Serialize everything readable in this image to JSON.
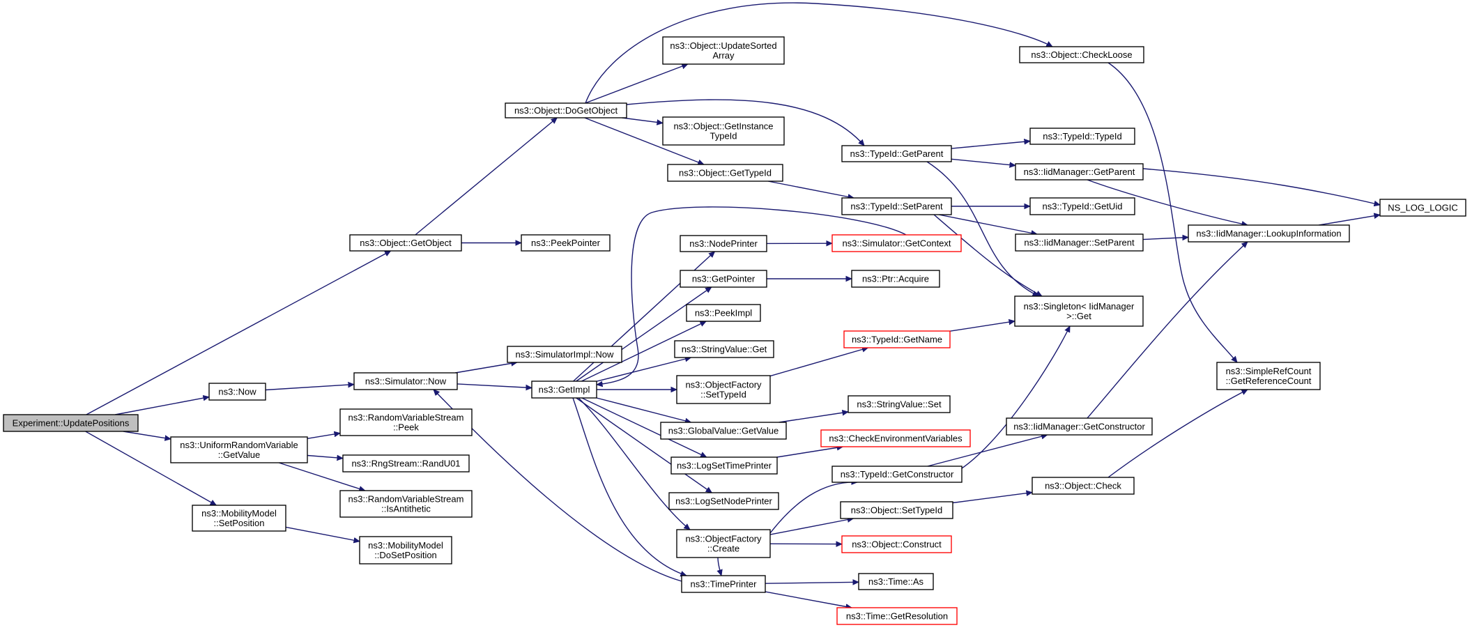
{
  "nodes": [
    {
      "id": "experiment_updatepositions",
      "lines": [
        "Experiment::UpdatePositions"
      ],
      "root": true
    },
    {
      "id": "object_getobject",
      "lines": [
        "ns3::Object::GetObject"
      ]
    },
    {
      "id": "now",
      "lines": [
        "ns3::Now"
      ]
    },
    {
      "id": "uniformrandomvariable_getvalue",
      "lines": [
        "ns3::UniformRandomVariable",
        "::GetValue"
      ]
    },
    {
      "id": "mobilitymodel_setposition",
      "lines": [
        "ns3::MobilityModel",
        "::SetPosition"
      ]
    },
    {
      "id": "object_dogetobject",
      "lines": [
        "ns3::Object::DoGetObject"
      ]
    },
    {
      "id": "peekpointer",
      "lines": [
        "ns3::PeekPointer"
      ]
    },
    {
      "id": "simulator_now",
      "lines": [
        "ns3::Simulator::Now"
      ]
    },
    {
      "id": "randomvariablestream_peek",
      "lines": [
        "ns3::RandomVariableStream",
        "::Peek"
      ]
    },
    {
      "id": "rngstream_randu01",
      "lines": [
        "ns3::RngStream::RandU01"
      ]
    },
    {
      "id": "randomvariablestream_isantithetic",
      "lines": [
        "ns3::RandomVariableStream",
        "::IsAntithetic"
      ]
    },
    {
      "id": "mobilitymodel_dosetposition",
      "lines": [
        "ns3::MobilityModel",
        "::DoSetPosition"
      ]
    },
    {
      "id": "simulatorimpl_now",
      "lines": [
        "ns3::SimulatorImpl::Now"
      ]
    },
    {
      "id": "getimpl",
      "lines": [
        "ns3::GetImpl"
      ]
    },
    {
      "id": "object_updatesortedarray",
      "lines": [
        "ns3::Object::UpdateSorted",
        "Array"
      ]
    },
    {
      "id": "object_getinstancetypeid",
      "lines": [
        "ns3::Object::GetInstance",
        "TypeId"
      ]
    },
    {
      "id": "object_gettypeid",
      "lines": [
        "ns3::Object::GetTypeId"
      ]
    },
    {
      "id": "nodeprinter",
      "lines": [
        "ns3::NodePrinter"
      ]
    },
    {
      "id": "getpointer",
      "lines": [
        "ns3::GetPointer"
      ]
    },
    {
      "id": "peekimpl",
      "lines": [
        "ns3::PeekImpl"
      ]
    },
    {
      "id": "stringvalue_get",
      "lines": [
        "ns3::StringValue::Get"
      ]
    },
    {
      "id": "objectfactory_settypeid",
      "lines": [
        "ns3::ObjectFactory",
        "::SetTypeId"
      ]
    },
    {
      "id": "globalvalue_getvalue",
      "lines": [
        "ns3::GlobalValue::GetValue"
      ]
    },
    {
      "id": "logsettimeprinter",
      "lines": [
        "ns3::LogSetTimePrinter"
      ]
    },
    {
      "id": "logsetnodeprinter",
      "lines": [
        "ns3::LogSetNodePrinter"
      ]
    },
    {
      "id": "objectfactory_create",
      "lines": [
        "ns3::ObjectFactory",
        "::Create"
      ]
    },
    {
      "id": "timeprinter",
      "lines": [
        "ns3::TimePrinter"
      ]
    },
    {
      "id": "typeid_getparent",
      "lines": [
        "ns3::TypeId::GetParent"
      ]
    },
    {
      "id": "typeid_setparent",
      "lines": [
        "ns3::TypeId::SetParent"
      ]
    },
    {
      "id": "simulator_getcontext",
      "lines": [
        "ns3::Simulator::GetContext"
      ],
      "red": true
    },
    {
      "id": "ptr_acquire",
      "lines": [
        "ns3::Ptr::Acquire"
      ]
    },
    {
      "id": "typeid_getname",
      "lines": [
        "ns3::TypeId::GetName"
      ],
      "red": true
    },
    {
      "id": "stringvalue_set",
      "lines": [
        "ns3::StringValue::Set"
      ]
    },
    {
      "id": "checkenvironmentvariables",
      "lines": [
        "ns3::CheckEnvironmentVariables"
      ],
      "red": true
    },
    {
      "id": "typeid_getconstructor",
      "lines": [
        "ns3::TypeId::GetConstructor"
      ]
    },
    {
      "id": "object_settypeid",
      "lines": [
        "ns3::Object::SetTypeId"
      ]
    },
    {
      "id": "object_construct",
      "lines": [
        "ns3::Object::Construct"
      ],
      "red": true
    },
    {
      "id": "time_as",
      "lines": [
        "ns3::Time::As"
      ]
    },
    {
      "id": "time_getresolution",
      "lines": [
        "ns3::Time::GetResolution"
      ],
      "red": true
    },
    {
      "id": "object_checkloose",
      "lines": [
        "ns3::Object::CheckLoose"
      ]
    },
    {
      "id": "typeid_typeid",
      "lines": [
        "ns3::TypeId::TypeId"
      ]
    },
    {
      "id": "iidmanager_getparent",
      "lines": [
        "ns3::IidManager::GetParent"
      ]
    },
    {
      "id": "typeid_getuid",
      "lines": [
        "ns3::TypeId::GetUid"
      ]
    },
    {
      "id": "iidmanager_setparent",
      "lines": [
        "ns3::IidManager::SetParent"
      ]
    },
    {
      "id": "singleton_iidmanager_get",
      "lines": [
        "ns3::Singleton< IidManager",
        " >::Get"
      ]
    },
    {
      "id": "iidmanager_getconstructor",
      "lines": [
        "ns3::IidManager::GetConstructor"
      ]
    },
    {
      "id": "object_check",
      "lines": [
        "ns3::Object::Check"
      ]
    },
    {
      "id": "iidmanager_lookupinformation",
      "lines": [
        "ns3::IidManager::LookupInformation"
      ]
    },
    {
      "id": "simplerefcount_getreferencecount",
      "lines": [
        "ns3::SimpleRefCount",
        "::GetReferenceCount"
      ]
    },
    {
      "id": "ns_log_logic",
      "lines": [
        "NS_LOG_LOGIC"
      ]
    }
  ],
  "edges": [
    [
      "experiment_updatepositions",
      "object_getobject"
    ],
    [
      "experiment_updatepositions",
      "now"
    ],
    [
      "experiment_updatepositions",
      "uniformrandomvariable_getvalue"
    ],
    [
      "experiment_updatepositions",
      "mobilitymodel_setposition"
    ],
    [
      "object_getobject",
      "object_dogetobject"
    ],
    [
      "object_getobject",
      "peekpointer"
    ],
    [
      "now",
      "simulator_now"
    ],
    [
      "uniformrandomvariable_getvalue",
      "randomvariablestream_peek"
    ],
    [
      "uniformrandomvariable_getvalue",
      "rngstream_randu01"
    ],
    [
      "uniformrandomvariable_getvalue",
      "randomvariablestream_isantithetic"
    ],
    [
      "mobilitymodel_setposition",
      "mobilitymodel_dosetposition"
    ],
    [
      "simulator_now",
      "simulatorimpl_now"
    ],
    [
      "simulator_now",
      "getimpl"
    ],
    [
      "object_dogetobject",
      "object_updatesortedarray"
    ],
    [
      "object_dogetobject",
      "object_getinstancetypeid"
    ],
    [
      "object_dogetobject",
      "object_gettypeid"
    ],
    [
      "object_dogetobject",
      "typeid_getparent"
    ],
    [
      "object_dogetobject",
      "object_checkloose"
    ],
    [
      "object_gettypeid",
      "typeid_setparent"
    ],
    [
      "getimpl",
      "nodeprinter"
    ],
    [
      "getimpl",
      "getpointer"
    ],
    [
      "getimpl",
      "peekimpl"
    ],
    [
      "getimpl",
      "stringvalue_get"
    ],
    [
      "getimpl",
      "objectfactory_settypeid"
    ],
    [
      "getimpl",
      "globalvalue_getvalue"
    ],
    [
      "getimpl",
      "logsettimeprinter"
    ],
    [
      "getimpl",
      "logsetnodeprinter"
    ],
    [
      "getimpl",
      "objectfactory_create"
    ],
    [
      "getimpl",
      "timeprinter"
    ],
    [
      "nodeprinter",
      "simulator_getcontext"
    ],
    [
      "simulator_getcontext",
      "getimpl"
    ],
    [
      "getpointer",
      "ptr_acquire"
    ],
    [
      "objectfactory_settypeid",
      "typeid_getname"
    ],
    [
      "globalvalue_getvalue",
      "stringvalue_set"
    ],
    [
      "logsettimeprinter",
      "checkenvironmentvariables"
    ],
    [
      "objectfactory_create",
      "typeid_getconstructor"
    ],
    [
      "objectfactory_create",
      "object_settypeid"
    ],
    [
      "objectfactory_create",
      "object_construct"
    ],
    [
      "objectfactory_create",
      "timeprinter"
    ],
    [
      "timeprinter",
      "simulator_now"
    ],
    [
      "timeprinter",
      "time_as"
    ],
    [
      "timeprinter",
      "time_getresolution"
    ],
    [
      "typeid_getparent",
      "typeid_typeid"
    ],
    [
      "typeid_getparent",
      "iidmanager_getparent"
    ],
    [
      "typeid_getparent",
      "singleton_iidmanager_get"
    ],
    [
      "typeid_setparent",
      "typeid_getuid"
    ],
    [
      "typeid_setparent",
      "iidmanager_setparent"
    ],
    [
      "typeid_setparent",
      "singleton_iidmanager_get"
    ],
    [
      "typeid_getname",
      "singleton_iidmanager_get"
    ],
    [
      "typeid_getconstructor",
      "iidmanager_getconstructor"
    ],
    [
      "typeid_getconstructor",
      "singleton_iidmanager_get"
    ],
    [
      "object_settypeid",
      "object_check"
    ],
    [
      "object_checkloose",
      "simplerefcount_getreferencecount"
    ],
    [
      "iidmanager_getparent",
      "iidmanager_lookupinformation"
    ],
    [
      "iidmanager_getparent",
      "ns_log_logic"
    ],
    [
      "iidmanager_setparent",
      "iidmanager_lookupinformation"
    ],
    [
      "iidmanager_getconstructor",
      "iidmanager_lookupinformation"
    ],
    [
      "object_check",
      "simplerefcount_getreferencecount"
    ],
    [
      "iidmanager_lookupinformation",
      "ns_log_logic"
    ]
  ]
}
